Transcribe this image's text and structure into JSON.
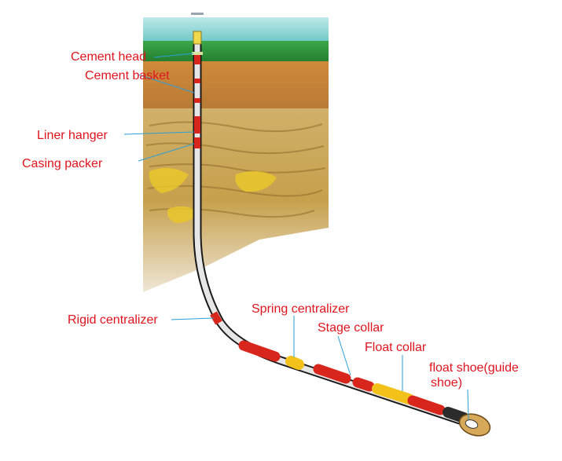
{
  "labels": {
    "cement_head": "Cement head",
    "cement_basket": "Cement basket",
    "liner_hanger": "Liner hanger",
    "casing_packer": "Casing packer",
    "rigid_centralizer": "Rigid centralizer",
    "spring_centralizer": "Spring centralizer",
    "stage_collar": "Stage collar",
    "float_collar": "Float collar",
    "float_shoe_line1": "float shoe(guide",
    "float_shoe_line2": "shoe)"
  },
  "colors": {
    "label_text": "#e0141e",
    "leader_line": "#2a9fd6",
    "sky": "#8fd3cf",
    "grass": "#2f9e3a",
    "soil": "#c98a3a",
    "rock": "#c9a24e",
    "casing": "#e8e8e8",
    "casing_accent": "#d9261c",
    "casing_yellow": "#f2c21b"
  }
}
